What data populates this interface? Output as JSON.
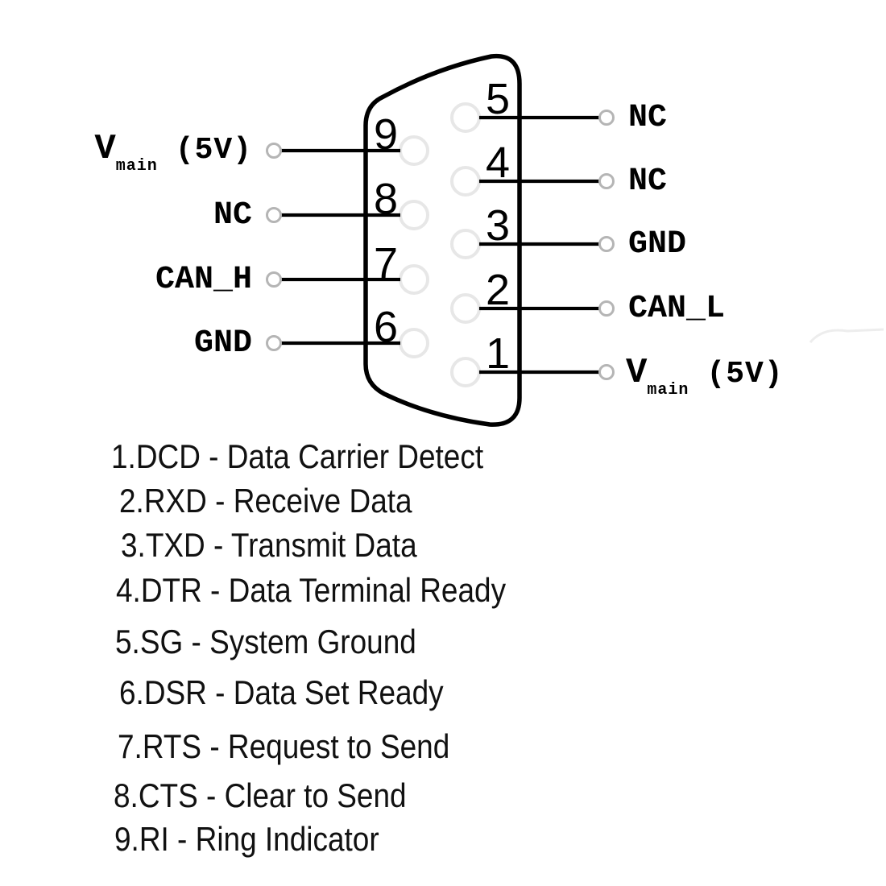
{
  "pins": [
    {
      "number": "9",
      "label": "V",
      "label_sub": "main",
      "label_suffix": "(5V)",
      "side": "left"
    },
    {
      "number": "8",
      "label": "NC",
      "side": "left"
    },
    {
      "number": "7",
      "label": "CAN_H",
      "side": "left"
    },
    {
      "number": "6",
      "label": "GND",
      "side": "left"
    },
    {
      "number": "5",
      "label": "NC",
      "side": "right"
    },
    {
      "number": "4",
      "label": "NC",
      "side": "right"
    },
    {
      "number": "3",
      "label": "GND",
      "side": "right"
    },
    {
      "number": "2",
      "label": "CAN_L",
      "side": "right"
    },
    {
      "number": "1",
      "label": "V",
      "label_sub": "main",
      "label_suffix": "(5V)",
      "side": "right"
    }
  ],
  "legend": {
    "items": [
      "1.DCD - Data Carrier Detect",
      "2.RXD - Receive Data",
      "3.TXD - Transmit Data",
      "4.DTR - Data Terminal Ready",
      "5.SG - System Ground",
      "6.DSR - Data Set Ready",
      "7.RTS - Request to Send",
      "8.CTS - Clear to Send",
      "9.RI - Ring Indicator"
    ]
  },
  "colors": {
    "ink": "#000000",
    "pin_hole": "#e7e7e7",
    "terminal": "#b5b5b5",
    "legend_text": "#111111",
    "background": "#ffffff",
    "smudge": "#dcdcdc"
  }
}
